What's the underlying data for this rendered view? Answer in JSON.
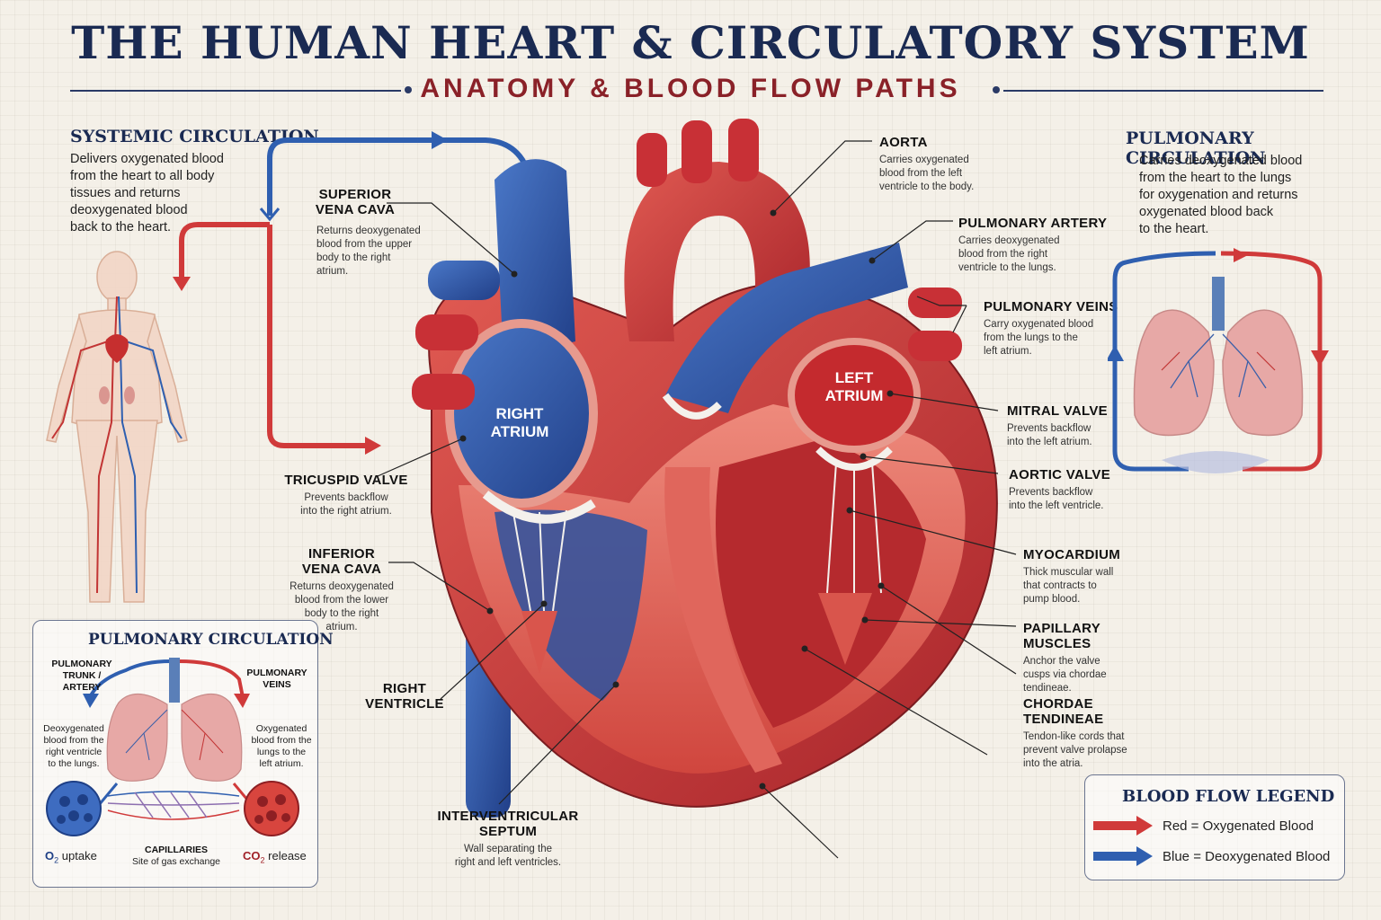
{
  "title": "THE HUMAN HEART & CIRCULATORY SYSTEM",
  "subtitle": "ANATOMY & BLOOD FLOW PATHS",
  "colors": {
    "oxygenated": "#d03a3a",
    "deoxygenated": "#2f5fb0",
    "navy": "#1a2a52",
    "maroon": "#8a2128"
  },
  "systemic": {
    "heading": "SYSTEMIC CIRCULATION",
    "text": [
      "Delivers oxygenated blood",
      "from the heart to all body",
      "tissues and returns",
      "deoxygenated blood",
      "back to the heart."
    ]
  },
  "pulmonary_right": {
    "heading": "PULMONARY CIRCULATION",
    "text": [
      "Carries deoxygenated blood",
      "from the heart to the lungs",
      "for oxygenation and returns",
      "oxygenated blood back",
      "to the heart."
    ]
  },
  "heart_chambers": {
    "right_atrium": [
      "RIGHT",
      "ATRIUM"
    ],
    "left_atrium": [
      "LEFT",
      "ATRIUM"
    ]
  },
  "labels": {
    "svc": {
      "title": [
        "SUPERIOR",
        "VENA CAVA"
      ],
      "desc": [
        "Returns deoxygenated",
        "blood from the upper",
        "body to the right",
        "atrium."
      ]
    },
    "tricuspid": {
      "title": "TRICUSPID VALVE",
      "desc": [
        "Prevents backflow",
        "into the right atrium."
      ]
    },
    "ivc": {
      "title": [
        "INFERIOR",
        "VENA CAVA"
      ],
      "desc": [
        "Returns deoxygenated",
        "blood from the lower",
        "body to the right",
        "atrium."
      ]
    },
    "rv": {
      "title": [
        "RIGHT",
        "VENTRICLE"
      ]
    },
    "septum": {
      "title": [
        "INTERVENTRICULAR",
        "SEPTUM"
      ],
      "desc": [
        "Wall separating the",
        "right and left ventricles."
      ]
    },
    "aorta": {
      "title": "AORTA",
      "desc": [
        "Carries oxygenated",
        "blood from the left",
        "ventricle to the body."
      ]
    },
    "pa": {
      "title": "PULMONARY ARTERY",
      "desc": [
        "Carries deoxygenated",
        "blood from the right",
        "ventricle to the lungs."
      ]
    },
    "pv": {
      "title": "PULMONARY VEINS",
      "desc": [
        "Carry oxygenated blood",
        "from the lungs to the",
        "left atrium."
      ]
    },
    "mitral": {
      "title": "MITRAL VALVE",
      "desc": [
        "Prevents backflow",
        "into the left atrium."
      ]
    },
    "aortic": {
      "title": "AORTIC VALVE",
      "desc": [
        "Prevents backflow",
        "into the left ventricle."
      ]
    },
    "myo": {
      "title": "MYOCARDIUM",
      "desc": [
        "Thick muscular wall",
        "that contracts to",
        "pump blood."
      ]
    },
    "papillary": {
      "title": "PAPILLARY MUSCLES",
      "desc": [
        "Anchor the valve",
        "cusps via chordae",
        "tendineae."
      ]
    },
    "chordae": {
      "title": "CHORDAE TENDINEAE",
      "desc": [
        "Tendon-like cords that",
        "prevent valve prolapse",
        "into the atria."
      ]
    }
  },
  "inset": {
    "heading": "PULMONARY CIRCULATION",
    "trunk": [
      "PULMONARY",
      "TRUNK /",
      "ARTERY"
    ],
    "veins": [
      "PULMONARY",
      "VEINS"
    ],
    "deoxy": [
      "Deoxygenated",
      "blood from the",
      "right ventricle",
      "to the lungs."
    ],
    "oxy": [
      "Oxygenated",
      "blood from the",
      "lungs to the",
      "left atrium."
    ],
    "o2_sym": "O",
    "o2_sub": "2",
    "o2_word": "uptake",
    "co2_sym": "CO",
    "co2_sub": "2",
    "co2_word": "release",
    "capillaries": "CAPILLARIES",
    "capillaries_desc": "Site of gas exchange"
  },
  "legend": {
    "heading": "BLOOD FLOW LEGEND",
    "red": "Red = Oxygenated Blood",
    "blue": "Blue = Deoxygenated Blood"
  }
}
